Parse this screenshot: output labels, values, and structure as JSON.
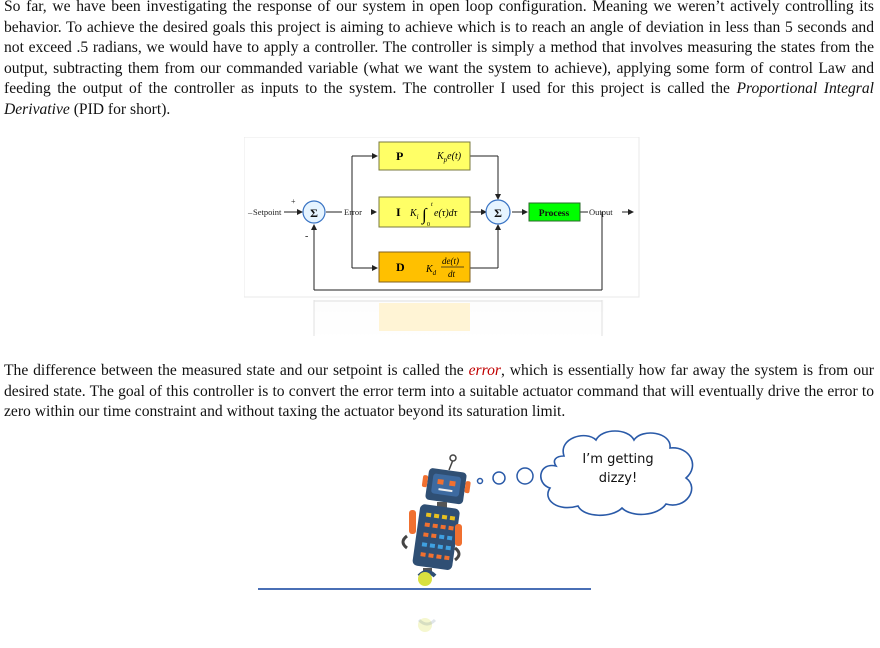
{
  "para1": {
    "before_italic": "So far, we have been investigating the response of our system in open loop configuration. Meaning we weren’t actively controlling its behavior. To achieve the desired goals this project is aiming to achieve which is to reach an angle of deviation in less than 5 seconds and not exceed .5 radians, we would have to apply a controller. The controller is simply a method that involves measuring the states from the output, subtracting them from our commanded variable (what we want the system to achieve), applying some form of control Law and feeding the output of the controller as inputs to the system. The controller I used for this project is called the ",
    "italic": "Proportional Integral Derivative",
    "after_italic": " (PID for short)."
  },
  "para2": {
    "before": "The difference between the measured state and our setpoint is called the ",
    "error_word": "error",
    "after": ", which is essentially how far away the system is from our desired state. The goal of this controller is to convert the error term into a suitable actuator command that will eventually drive the error to zero within our time constraint and without taxing the actuator beyond its saturation limit."
  },
  "diagram": {
    "setpoint": "Setpoint",
    "error": "Error",
    "output": "Output",
    "process": "Process",
    "sum_symbol": "Σ",
    "plus": "+",
    "minus": "-",
    "p_label": "P",
    "i_label": "I",
    "d_label": "D",
    "p_gain": "K",
    "p_sub": "p",
    "p_term": "e(t)",
    "i_gain": "K",
    "i_sub": "i",
    "i_integral": "∫",
    "i_upper": "t",
    "i_lower": "0",
    "i_term": "e(τ)dτ",
    "d_gain": "K",
    "d_sub": "d",
    "d_num": "de(t)",
    "d_den": "dt",
    "colors": {
      "yellow": "#ffff66",
      "orange": "#ffc000",
      "green": "#00ff00",
      "circle_fill": "#e6f4ff",
      "circle_stroke": "#3a74c4"
    }
  },
  "thought_bubble": {
    "line1": "I’m getting",
    "line2": "dizzy!"
  },
  "robot": {
    "icon": "robot-icon",
    "colors": {
      "body": "#2f4f74",
      "accent": "#f07030",
      "wheel": "#d8e040",
      "face": "#f0f0f0"
    }
  }
}
